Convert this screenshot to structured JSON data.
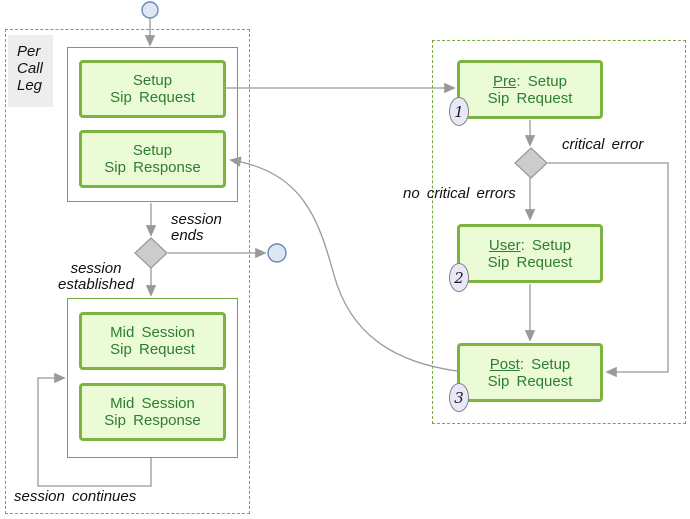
{
  "per_call_leg": {
    "line1": "Per",
    "line2": "Call",
    "line3": "Leg"
  },
  "nodes": {
    "setup_request": {
      "line1": "Setup",
      "line2": "Sip Request"
    },
    "setup_response": {
      "line1": "Setup",
      "line2": "Sip Response"
    },
    "mid_request": {
      "line1": "Mid Session",
      "line2": "Sip Request"
    },
    "mid_response": {
      "line1": "Mid Session",
      "line2": "Sip Response"
    },
    "pre": {
      "prefix": "Pre",
      "rest": ": Setup",
      "line2": "Sip Request",
      "badge": "1"
    },
    "user": {
      "prefix": "User",
      "rest": ": Setup",
      "line2": "Sip Request",
      "badge": "2"
    },
    "post": {
      "prefix": "Post",
      "rest": ": Setup",
      "line2": "Sip Request",
      "badge": "3"
    }
  },
  "labels": {
    "session_ends_line1": "session",
    "session_ends_line2": "ends",
    "session_established_line1": "session",
    "session_established_line2": "established",
    "session_continues": "session continues",
    "critical_error": "critical error",
    "no_critical_errors": "no critical errors"
  },
  "colors": {
    "node_fill": "#eafbd6",
    "node_border": "#7cb342",
    "node_text": "#2e7d32",
    "container_border": "#74a83c",
    "dashed_border": "#7aa83e",
    "connector_gray": "#999999",
    "diamond_fill": "#cccccc",
    "terminal_fill": "#dce6f5",
    "terminal_border": "#6b89b5",
    "badge_fill": "#e8e8f8",
    "region_label_bg": "#ededed"
  }
}
